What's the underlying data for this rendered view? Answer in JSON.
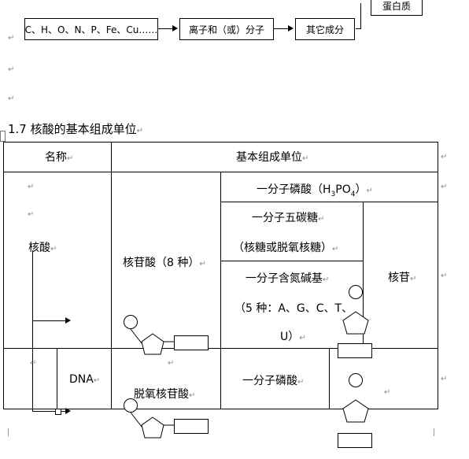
{
  "flow": {
    "box1": "C、H、O、N、P、Fe、Cu……",
    "box2": "离子和（或）分子",
    "box3": "其它成分",
    "top_box": "蛋白质"
  },
  "section_title": "1.7 核酸的基本组成单位",
  "table": {
    "header_name": "名称",
    "header_unit": "基本组成单位",
    "row_name": "核酸",
    "row_nucleotide": "核苷酸（8 种）",
    "phosphate": "一分子磷酸（H",
    "phosphate_sub3": "3",
    "phosphate_mid": "PO",
    "phosphate_sub4": "4",
    "phosphate_end": "）",
    "sugar_line1": "一分子五碳糖",
    "sugar_line2": "（核糖或脱氧核糖）",
    "base_line1": "一分子含氮碱基",
    "base_line2": "（5 种：A、G、C、T、",
    "base_line3": "U）",
    "nucleoside": "核苷",
    "dna": "DNA",
    "deoxy_nucleotide": "脱氧核苷酸",
    "phosphate2": "一分子磷酸"
  },
  "marks": {
    "para": "↵"
  }
}
